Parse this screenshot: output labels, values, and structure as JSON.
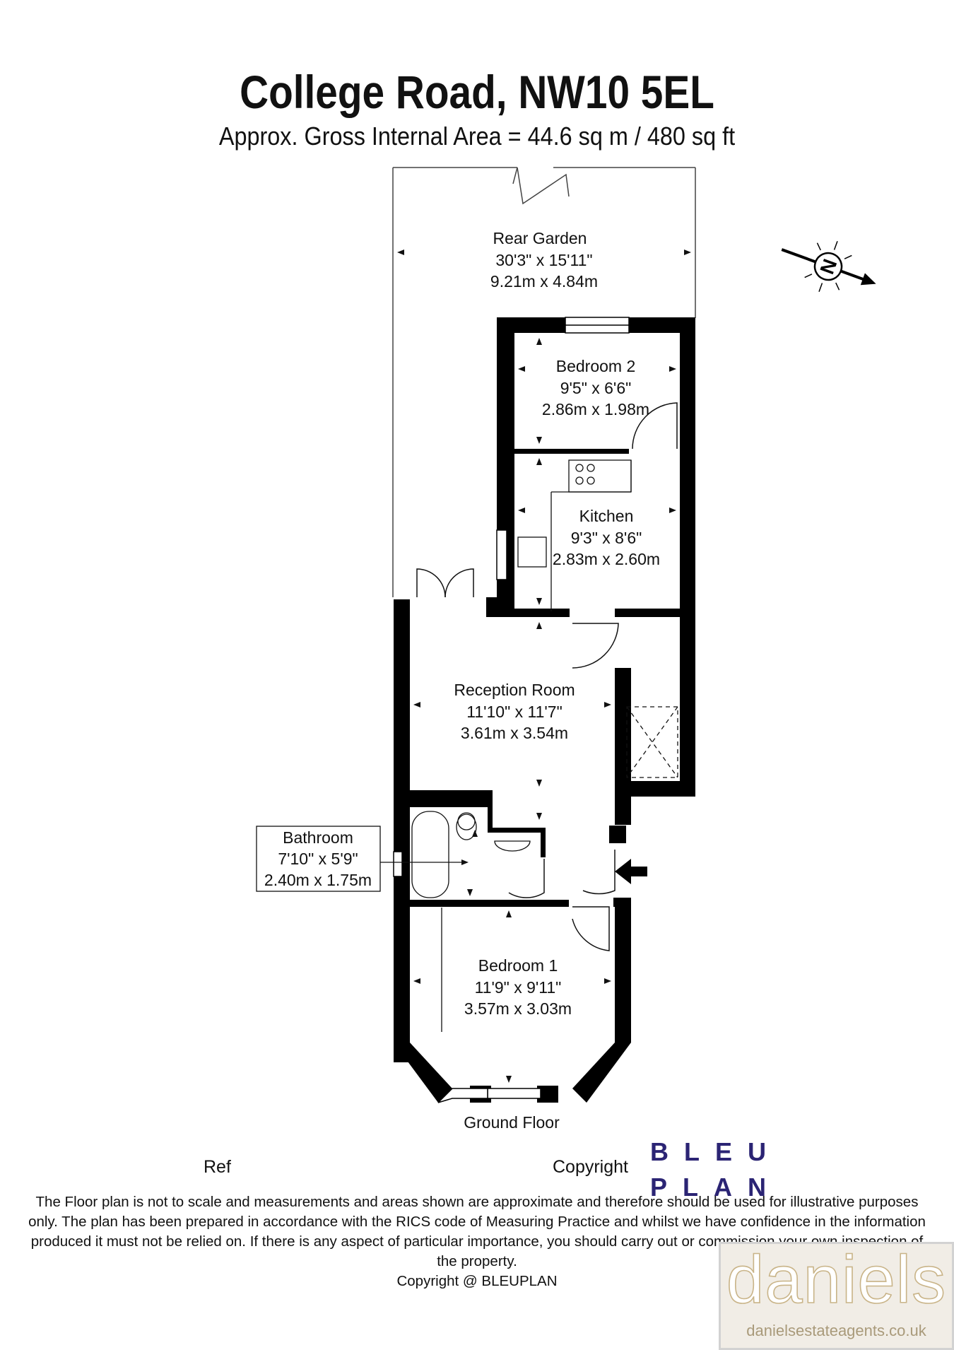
{
  "header": {
    "title": "College Road, NW10 5EL",
    "subtitle": "Approx. Gross Internal Area = 44.6 sq m / 480 sq ft"
  },
  "rooms": [
    {
      "id": "rear-garden",
      "name": "Rear Garden",
      "imperial": "30'3\" x 15'11\"",
      "metric": "9.21m x 4.84m"
    },
    {
      "id": "bedroom-2",
      "name": "Bedroom 2",
      "imperial": "9'5\" x 6'6\"",
      "metric": "2.86m x 1.98m"
    },
    {
      "id": "kitchen",
      "name": "Kitchen",
      "imperial": "9'3\" x 8'6\"",
      "metric": "2.83m x 2.60m"
    },
    {
      "id": "reception-room",
      "name": "Reception Room",
      "imperial": "11'10\" x 11'7\"",
      "metric": "3.61m x 3.54m"
    },
    {
      "id": "bathroom",
      "name": "Bathroom",
      "imperial": "7'10\" x 5'9\"",
      "metric": "2.40m x 1.75m"
    },
    {
      "id": "bedroom-1",
      "name": "Bedroom 1",
      "imperial": "11'9\" x 9'11\"",
      "metric": "3.57m x 3.03m"
    }
  ],
  "floor_label": "Ground Floor",
  "compass_letter": "N",
  "ref_label": "Ref",
  "copyright_label": "Copyright",
  "logo": {
    "line1": "BLEU",
    "line2": "PLAN",
    "color": "#2b2474"
  },
  "disclaimer": "The Floor plan is not to scale and measurements and areas shown are approximate and therefore should be used for illustrative purposes only. The plan has been prepared in accordance with the RICS code of Measuring Practice and whilst we have confidence in the information produced it must not be relied on. If there is any aspect of particular importance, you should carry out or commission your own inspection of the property.",
  "disclaimer_copyright": "Copyright @ BLEUPLAN",
  "agent": {
    "name": "daniels",
    "url": "danielsestateagents.co.uk"
  }
}
